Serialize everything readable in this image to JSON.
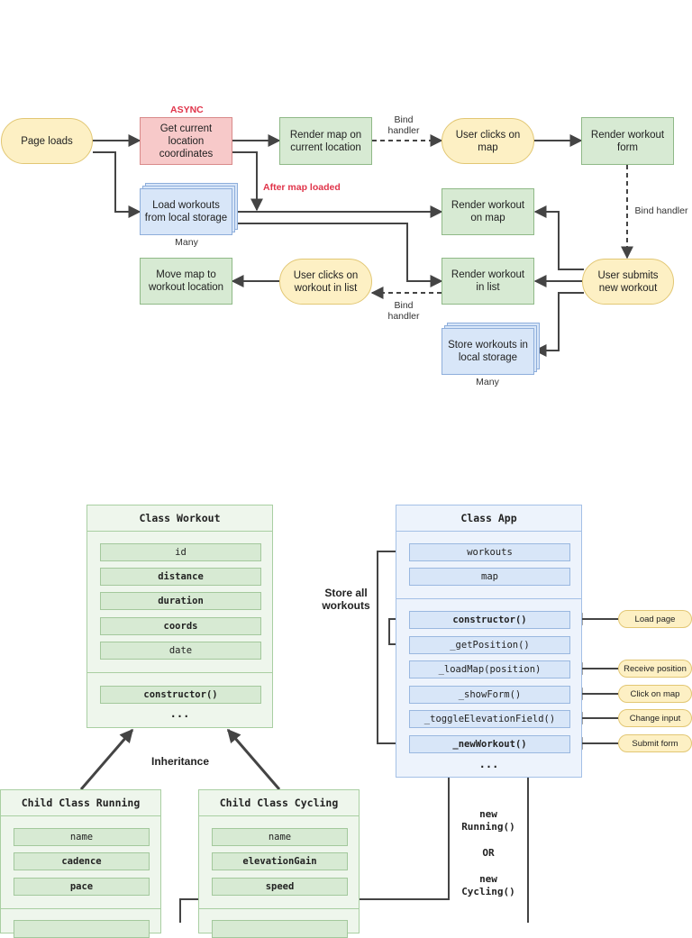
{
  "flow": {
    "page_loads": "Page loads",
    "get_location": "Get current\nlocation\ncoordinates",
    "async_label": "ASYNC",
    "render_map": "Render map on\ncurrent location",
    "bind_handler_1": "Bind\nhandler",
    "user_clicks_map": "User clicks on\nmap",
    "render_form": "Render workout\nform",
    "after_map_loaded": "After map loaded",
    "load_workouts": "Load workouts\nfrom local storage",
    "many_1": "Many",
    "render_on_map": "Render workout\non map",
    "bind_handler_2": "Bind handler",
    "move_map": "Move map to\nworkout location",
    "user_clicks_list": "User clicks on\nworkout in list",
    "render_in_list": "Render workout\nin list",
    "user_submits": "User submits\nnew workout",
    "bind_handler_3": "Bind\nhandler",
    "store_workouts": "Store workouts in\nlocal storage",
    "many_2": "Many"
  },
  "workout_class": {
    "title": "Class Workout",
    "fields": [
      "id",
      "distance",
      "duration",
      "coords",
      "date"
    ],
    "methods": [
      "constructor()"
    ],
    "dots": "..."
  },
  "app_class": {
    "title": "Class App",
    "fields": [
      "workouts",
      "map"
    ],
    "methods": [
      "constructor()",
      "_getPosition()",
      "_loadMap(position)",
      "_showForm()",
      "_toggleElevationField()",
      "_newWorkout()"
    ],
    "dots": "..."
  },
  "store_all_label": "Store all\nworkouts",
  "events": [
    "Load page",
    "Receive position",
    "Click on map",
    "Change input",
    "Submit form"
  ],
  "inheritance_label": "Inheritance",
  "new_running": "new\nRunning()",
  "or_label": "OR",
  "new_cycling": "new\nCycling()",
  "running_class": {
    "title": "Child Class Running",
    "fields": [
      "name",
      "cadence",
      "pace"
    ]
  },
  "cycling_class": {
    "title": "Child Class Cycling",
    "fields": [
      "name",
      "elevationGain",
      "speed"
    ]
  }
}
